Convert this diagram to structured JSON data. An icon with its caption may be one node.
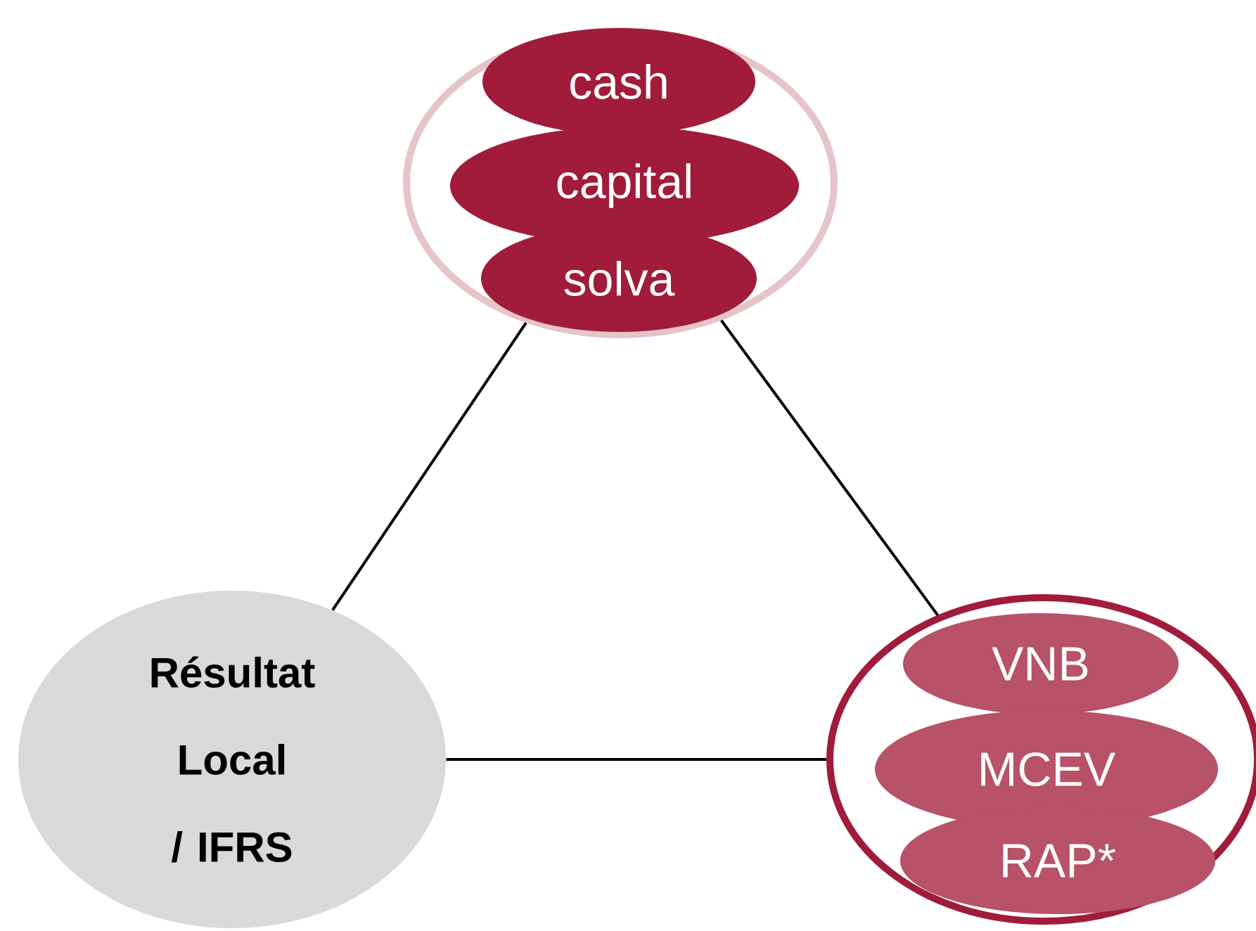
{
  "diagram": {
    "nodes": [
      {
        "text": [],
        "shape": "circle"
      },
      {
        "text": [
          "cash"
        ],
        "in": 0
      },
      {
        "text": [
          "capital"
        ],
        "in": 0
      },
      {
        "text": [
          "solva"
        ],
        "in": 0
      },
      {
        "text": [
          "Résultat Local / IFRS"
        ]
      },
      {
        "text": [],
        "shape": "circle"
      },
      {
        "text": [
          "VNB"
        ],
        "in": 5
      },
      {
        "text": [
          "MCEV"
        ],
        "in": 5
      },
      {
        "text": [
          "RAP*"
        ],
        "in": 5
      }
    ],
    "edges": [
      {
        "from": 0,
        "to": 4,
        "arrow": "none"
      },
      {
        "from": 0,
        "to": 5,
        "arrow": "none"
      },
      {
        "from": 4,
        "to": 5,
        "arrow": "none"
      }
    ]
  }
}
